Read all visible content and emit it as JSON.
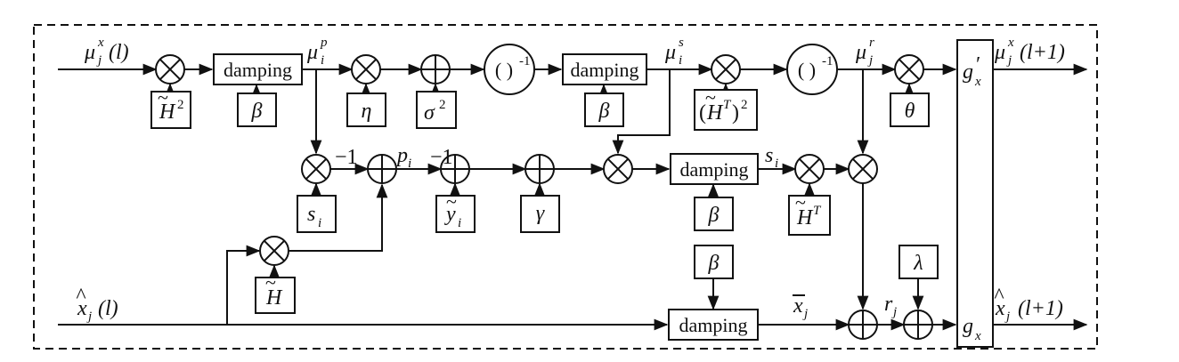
{
  "blocks": {
    "damping": "damping",
    "inverse_base": "( )",
    "inverse_exp": "-1"
  },
  "params": {
    "beta": "β",
    "eta": "η",
    "sigma": "σ",
    "sigma_exp": "2",
    "theta": "θ",
    "gamma": "γ",
    "lambda": "λ",
    "H": "H",
    "H_exp_2": "2",
    "H_exp_T": "T",
    "HT_sq_open": "(",
    "HT_sq_close": ")",
    "s": "s",
    "s_sub": "i",
    "y": "y",
    "y_sub": "i"
  },
  "signals": {
    "mu": "μ",
    "mu_x_in_sup": "x",
    "mu_x_in_sub": "j",
    "mu_x_in_arg": "(l)",
    "mu_p_sup": "p",
    "mu_p_sub": "i",
    "mu_s_sup": "s",
    "mu_s_sub": "i",
    "mu_r_sup": "r",
    "mu_r_sub": "j",
    "mu_x_out_sup": "x",
    "mu_x_out_sub": "j",
    "mu_x_out_arg": "(l+1)",
    "x": "x",
    "x_sub": "j",
    "x_in_arg": "(l)",
    "x_out_arg": "(l+1)",
    "p": "p",
    "p_sub": "i",
    "s_out": "s",
    "s_out_sub": "i",
    "r": "r",
    "r_sub": "j",
    "minus_one": "−1"
  },
  "functions": {
    "g": "g",
    "g_sub": "x",
    "g_prime_mark": "′"
  }
}
